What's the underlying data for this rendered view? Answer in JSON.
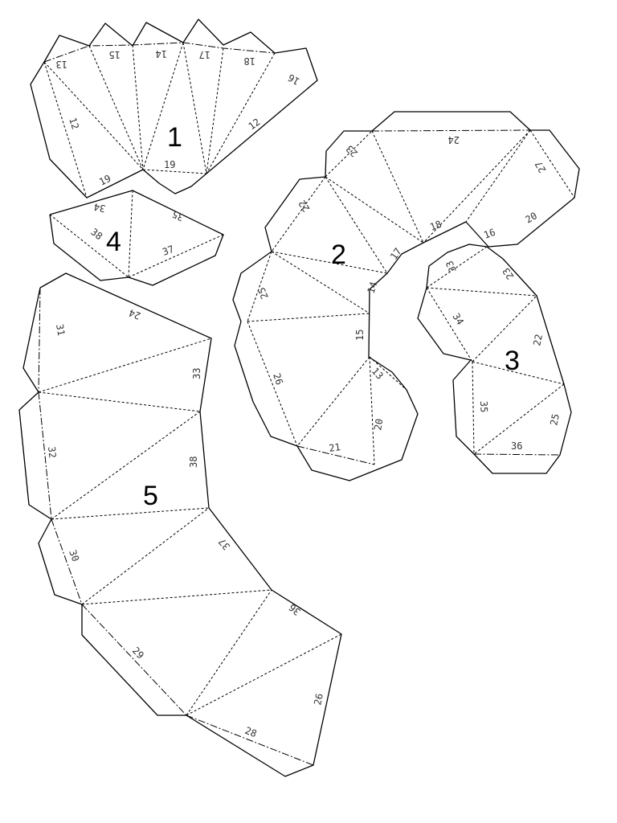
{
  "pieces": [
    {
      "number": "1",
      "edge_labels": [
        "13",
        "15",
        "14",
        "17",
        "18",
        "16",
        "12",
        "12",
        "19",
        "19"
      ]
    },
    {
      "number": "2",
      "edge_labels": [
        "24",
        "23",
        "27",
        "22",
        "18",
        "16",
        "20",
        "17",
        "14",
        "25",
        "15",
        "26",
        "13",
        "20",
        "21"
      ]
    },
    {
      "number": "3",
      "edge_labels": [
        "33",
        "23",
        "34",
        "22",
        "35",
        "25",
        "36"
      ]
    },
    {
      "number": "4",
      "edge_labels": [
        "34",
        "35",
        "38",
        "37"
      ]
    },
    {
      "number": "5",
      "edge_labels": [
        "24",
        "31",
        "33",
        "32",
        "38",
        "30",
        "37",
        "36",
        "29",
        "26",
        "28"
      ]
    }
  ]
}
